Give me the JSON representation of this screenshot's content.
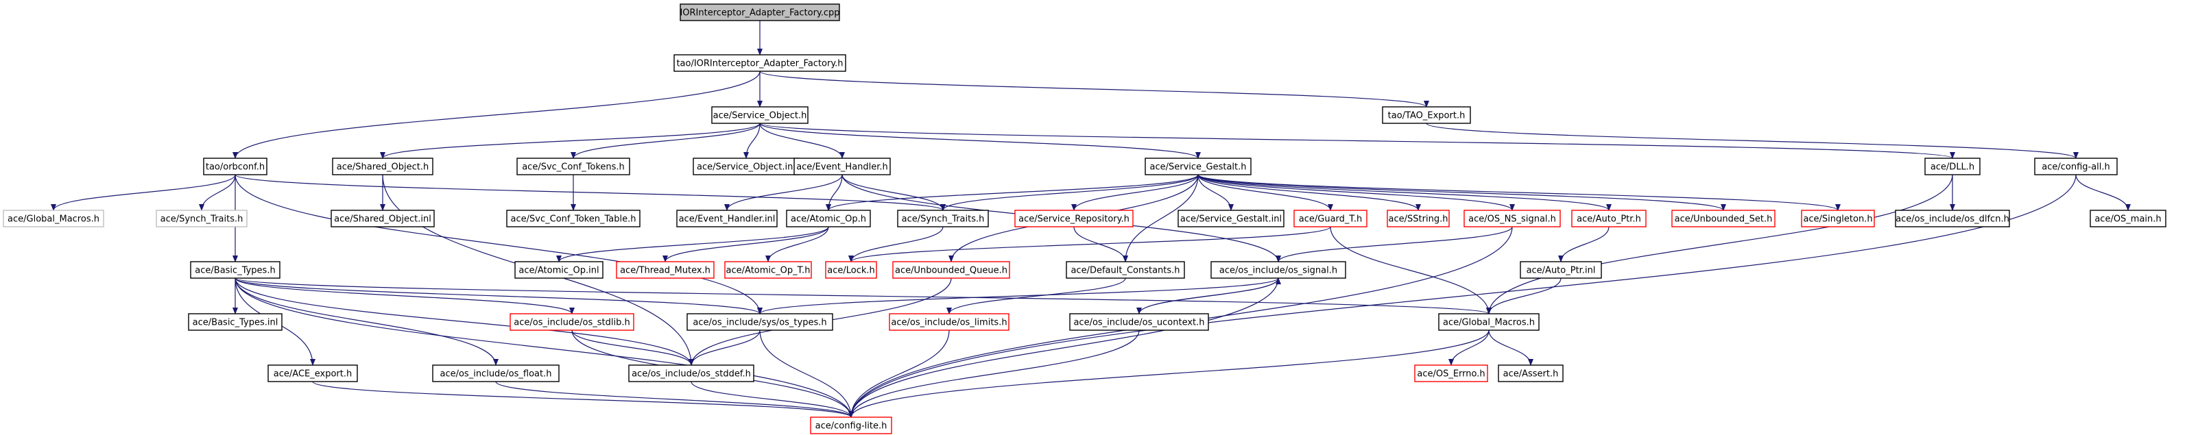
{
  "colors": {
    "edge": "#191970",
    "root_fill": "#bfbfbf",
    "root_border": "#000000",
    "normal_border": "#000000",
    "truncated_border": "#ff0000",
    "leaf_border": "#bfbfbf",
    "text": "#000000"
  },
  "nodes": [
    {
      "id": "root",
      "label": "IORInterceptor_Adapter_Factory.cpp",
      "kind": "root"
    },
    {
      "id": "fac_h",
      "label": "tao/IORInterceptor_Adapter_Factory.h",
      "kind": "normal"
    },
    {
      "id": "svc_obj",
      "label": "ace/Service_Object.h",
      "kind": "normal"
    },
    {
      "id": "tao_exp",
      "label": "tao/TAO_Export.h",
      "kind": "normal"
    },
    {
      "id": "orbconf",
      "label": "tao/orbconf.h",
      "kind": "normal"
    },
    {
      "id": "shared",
      "label": "ace/Shared_Object.h",
      "kind": "normal"
    },
    {
      "id": "svc_tok",
      "label": "ace/Svc_Conf_Tokens.h",
      "kind": "normal"
    },
    {
      "id": "svc_inl",
      "label": "ace/Service_Object.inl",
      "kind": "normal"
    },
    {
      "id": "evh",
      "label": "ace/Event_Handler.h",
      "kind": "normal"
    },
    {
      "id": "gestalt",
      "label": "ace/Service_Gestalt.h",
      "kind": "normal"
    },
    {
      "id": "dll",
      "label": "ace/DLL.h",
      "kind": "normal"
    },
    {
      "id": "cfg_all",
      "label": "ace/config-all.h",
      "kind": "normal"
    },
    {
      "id": "gm1",
      "label": "ace/Global_Macros.h",
      "kind": "leaf"
    },
    {
      "id": "synch1",
      "label": "ace/Synch_Traits.h",
      "kind": "leaf"
    },
    {
      "id": "shared_inl",
      "label": "ace/Shared_Object.inl",
      "kind": "normal"
    },
    {
      "id": "tok_tbl",
      "label": "ace/Svc_Conf_Token_Table.h",
      "kind": "normal"
    },
    {
      "id": "evh_inl",
      "label": "ace/Event_Handler.inl",
      "kind": "normal"
    },
    {
      "id": "atomic",
      "label": "ace/Atomic_Op.h",
      "kind": "normal"
    },
    {
      "id": "synch2",
      "label": "ace/Synch_Traits.h",
      "kind": "normal"
    },
    {
      "id": "svc_repo",
      "label": "ace/Service_Repository.h",
      "kind": "truncated"
    },
    {
      "id": "gestalt_inl",
      "label": "ace/Service_Gestalt.inl",
      "kind": "normal"
    },
    {
      "id": "guard",
      "label": "ace/Guard_T.h",
      "kind": "truncated"
    },
    {
      "id": "sstring",
      "label": "ace/SString.h",
      "kind": "truncated"
    },
    {
      "id": "os_ns",
      "label": "ace/OS_NS_signal.h",
      "kind": "truncated"
    },
    {
      "id": "auto_ptr",
      "label": "ace/Auto_Ptr.h",
      "kind": "truncated"
    },
    {
      "id": "unb_set",
      "label": "ace/Unbounded_Set.h",
      "kind": "truncated"
    },
    {
      "id": "singleton",
      "label": "ace/Singleton.h",
      "kind": "truncated"
    },
    {
      "id": "dlfcn",
      "label": "ace/os_include/os_dlfcn.h",
      "kind": "normal"
    },
    {
      "id": "os_main",
      "label": "ace/OS_main.h",
      "kind": "normal"
    },
    {
      "id": "basic",
      "label": "ace/Basic_Types.h",
      "kind": "normal"
    },
    {
      "id": "atomic_inl",
      "label": "ace/Atomic_Op.inl",
      "kind": "normal"
    },
    {
      "id": "mutex",
      "label": "ace/Thread_Mutex.h",
      "kind": "truncated"
    },
    {
      "id": "atomic_t",
      "label": "ace/Atomic_Op_T.h",
      "kind": "truncated"
    },
    {
      "id": "lock",
      "label": "ace/Lock.h",
      "kind": "truncated"
    },
    {
      "id": "unb_q",
      "label": "ace/Unbounded_Queue.h",
      "kind": "truncated"
    },
    {
      "id": "def_const",
      "label": "ace/Default_Constants.h",
      "kind": "normal"
    },
    {
      "id": "os_sig",
      "label": "ace/os_include/os_signal.h",
      "kind": "normal"
    },
    {
      "id": "auto_inl",
      "label": "ace/Auto_Ptr.inl",
      "kind": "normal"
    },
    {
      "id": "basic_inl",
      "label": "ace/Basic_Types.inl",
      "kind": "normal"
    },
    {
      "id": "stdlib",
      "label": "ace/os_include/os_stdlib.h",
      "kind": "truncated"
    },
    {
      "id": "types",
      "label": "ace/os_include/sys/os_types.h",
      "kind": "normal"
    },
    {
      "id": "limits",
      "label": "ace/os_include/os_limits.h",
      "kind": "truncated"
    },
    {
      "id": "ucontext",
      "label": "ace/os_include/os_ucontext.h",
      "kind": "normal"
    },
    {
      "id": "gm2",
      "label": "ace/Global_Macros.h",
      "kind": "normal"
    },
    {
      "id": "ace_exp",
      "label": "ace/ACE_export.h",
      "kind": "normal"
    },
    {
      "id": "float",
      "label": "ace/os_include/os_float.h",
      "kind": "normal"
    },
    {
      "id": "stddef",
      "label": "ace/os_include/os_stddef.h",
      "kind": "normal"
    },
    {
      "id": "errno",
      "label": "ace/OS_Errno.h",
      "kind": "truncated"
    },
    {
      "id": "assert",
      "label": "ace/Assert.h",
      "kind": "normal"
    },
    {
      "id": "cfg_lite",
      "label": "ace/config-lite.h",
      "kind": "truncated"
    }
  ],
  "edges": [
    [
      "root",
      "fac_h"
    ],
    [
      "fac_h",
      "svc_obj"
    ],
    [
      "fac_h",
      "tao_exp"
    ],
    [
      "fac_h",
      "orbconf"
    ],
    [
      "svc_obj",
      "shared"
    ],
    [
      "svc_obj",
      "svc_tok"
    ],
    [
      "svc_obj",
      "svc_inl"
    ],
    [
      "svc_obj",
      "evh"
    ],
    [
      "svc_obj",
      "gestalt"
    ],
    [
      "svc_obj",
      "dll"
    ],
    [
      "tao_exp",
      "cfg_all"
    ],
    [
      "orbconf",
      "gm1"
    ],
    [
      "orbconf",
      "synch1"
    ],
    [
      "orbconf",
      "basic"
    ],
    [
      "orbconf",
      "synch2"
    ],
    [
      "orbconf",
      "types"
    ],
    [
      "shared",
      "shared_inl"
    ],
    [
      "shared",
      "stddef"
    ],
    [
      "svc_tok",
      "tok_tbl"
    ],
    [
      "evh",
      "evh_inl"
    ],
    [
      "evh",
      "atomic"
    ],
    [
      "evh",
      "synch2"
    ],
    [
      "evh",
      "os_sig"
    ],
    [
      "gestalt",
      "synch2"
    ],
    [
      "gestalt",
      "atomic"
    ],
    [
      "gestalt",
      "svc_repo"
    ],
    [
      "gestalt",
      "gestalt_inl"
    ],
    [
      "gestalt",
      "guard"
    ],
    [
      "gestalt",
      "sstring"
    ],
    [
      "gestalt",
      "os_ns"
    ],
    [
      "gestalt",
      "auto_ptr"
    ],
    [
      "gestalt",
      "unb_set"
    ],
    [
      "gestalt",
      "singleton"
    ],
    [
      "gestalt",
      "unb_q"
    ],
    [
      "gestalt",
      "def_const"
    ],
    [
      "dll",
      "dlfcn"
    ],
    [
      "dll",
      "gm2"
    ],
    [
      "cfg_all",
      "os_main"
    ],
    [
      "cfg_all",
      "cfg_lite"
    ],
    [
      "atomic",
      "atomic_inl"
    ],
    [
      "atomic",
      "mutex"
    ],
    [
      "atomic",
      "atomic_t"
    ],
    [
      "synch2",
      "lock"
    ],
    [
      "svc_repo",
      "def_const"
    ],
    [
      "guard",
      "lock"
    ],
    [
      "guard",
      "gm2"
    ],
    [
      "os_ns",
      "os_sig"
    ],
    [
      "os_ns",
      "cfg_lite"
    ],
    [
      "auto_ptr",
      "auto_inl"
    ],
    [
      "auto_inl",
      "gm2"
    ],
    [
      "unb_q",
      "stddef"
    ],
    [
      "def_const",
      "limits"
    ],
    [
      "os_sig",
      "types"
    ],
    [
      "os_sig",
      "ucontext"
    ],
    [
      "os_sig",
      "cfg_lite"
    ],
    [
      "ucontext",
      "os_sig"
    ],
    [
      "ucontext",
      "cfg_lite"
    ],
    [
      "basic",
      "basic_inl"
    ],
    [
      "basic",
      "stdlib"
    ],
    [
      "basic",
      "types"
    ],
    [
      "basic",
      "ace_exp"
    ],
    [
      "basic",
      "float"
    ],
    [
      "basic",
      "stddef"
    ],
    [
      "basic",
      "gm2"
    ],
    [
      "basic",
      "cfg_lite"
    ],
    [
      "stdlib",
      "stddef"
    ],
    [
      "stdlib",
      "cfg_lite"
    ],
    [
      "types",
      "stddef"
    ],
    [
      "types",
      "cfg_lite"
    ],
    [
      "limits",
      "cfg_lite"
    ],
    [
      "gm2",
      "errno"
    ],
    [
      "gm2",
      "assert"
    ],
    [
      "gm2",
      "cfg_lite"
    ],
    [
      "ace_exp",
      "cfg_lite"
    ],
    [
      "float",
      "cfg_lite"
    ],
    [
      "stddef",
      "cfg_lite"
    ]
  ]
}
